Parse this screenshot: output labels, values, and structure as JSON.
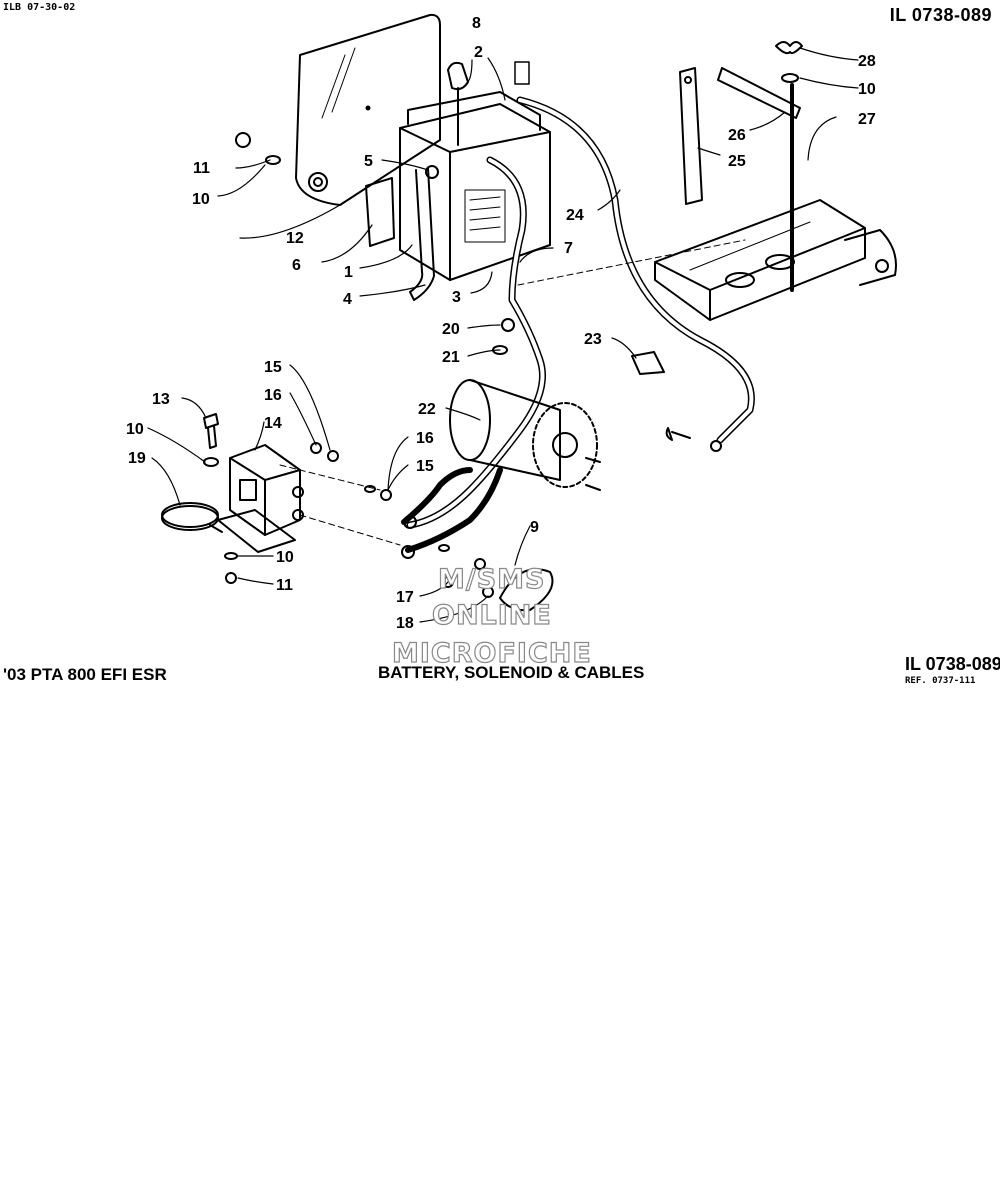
{
  "header": {
    "code": "ILB 07-30-02",
    "illustration_id": "IL 0738-089"
  },
  "footer": {
    "model": "'03 PTA 800 EFI ESR",
    "title": "BATTERY, SOLENOID & CABLES",
    "illustration_id": "IL 0738-089",
    "reference": "REF. 0737-111"
  },
  "watermark": [
    "M/SMS",
    "ONLINE",
    "MICROFICHE"
  ],
  "callouts": {
    "c1": "1",
    "c2": "2",
    "c3": "3",
    "c4": "4",
    "c5": "5",
    "c6": "6",
    "c7": "7",
    "c8": "8",
    "c9": "9",
    "c10a": "10",
    "c10b": "10",
    "c10c": "10",
    "c10d": "10",
    "c11a": "11",
    "c11b": "11",
    "c12": "12",
    "c13": "13",
    "c14": "14",
    "c15a": "15",
    "c15b": "15",
    "c16a": "16",
    "c16b": "16",
    "c17": "17",
    "c18": "18",
    "c19": "19",
    "c20": "20",
    "c21": "21",
    "c22": "22",
    "c23": "23",
    "c24": "24",
    "c25": "25",
    "c26": "26",
    "c27": "27",
    "c28": "28"
  }
}
